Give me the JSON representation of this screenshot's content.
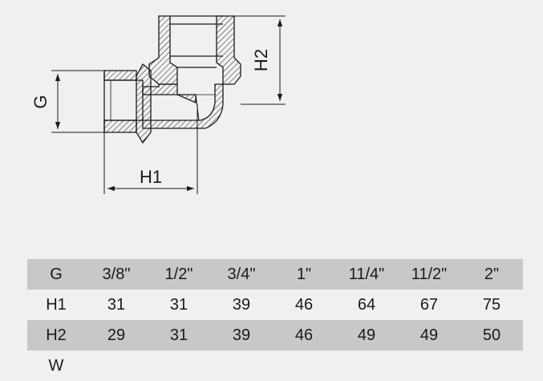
{
  "drawing": {
    "dimension_labels": {
      "g": "G",
      "h1": "H1",
      "h2": "H2"
    },
    "colors": {
      "background": "#f0f0f0",
      "line": "#1a1a1a",
      "table_band": "#c8c8c8"
    }
  },
  "spec_table": {
    "rows": [
      {
        "key": "G",
        "shaded": true,
        "values": [
          "3/8\"",
          "1/2\"",
          "3/4\"",
          "1\"",
          "11/4\"",
          "11/2\"",
          "2\""
        ]
      },
      {
        "key": "H1",
        "shaded": false,
        "values": [
          "31",
          "31",
          "39",
          "46",
          "64",
          "67",
          "75"
        ]
      },
      {
        "key": "H2",
        "shaded": true,
        "values": [
          "29",
          "31",
          "39",
          "46",
          "49",
          "49",
          "50"
        ]
      },
      {
        "key": "W",
        "shaded": false,
        "values": [
          "",
          "",
          "",
          "",
          "",
          "",
          ""
        ]
      }
    ]
  }
}
